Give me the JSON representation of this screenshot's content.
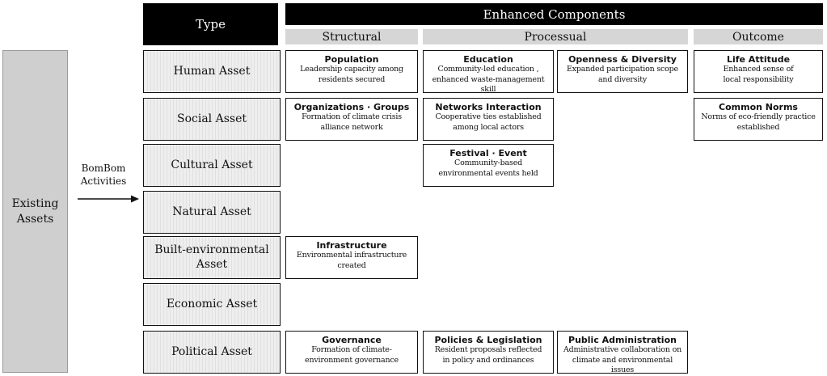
{
  "header": {
    "type_label": "Type",
    "enhanced_label": "Enhanced Components",
    "subheaders": [
      "Structural",
      "Processual",
      "Outcome"
    ]
  },
  "left": {
    "existing_label": "Existing Assets",
    "activities_label": "BomBom Activities"
  },
  "rows": [
    {
      "label": "Human Asset"
    },
    {
      "label": "Social Asset"
    },
    {
      "label": "Cultural Asset"
    },
    {
      "label": "Natural Asset"
    },
    {
      "label": "Built-environmental Asset"
    },
    {
      "label": "Economic Asset"
    },
    {
      "label": "Political Asset"
    }
  ],
  "components": {
    "population": {
      "title": "Population",
      "desc": "Leadership capacity among residents secured"
    },
    "education": {
      "title": "Education",
      "desc": "Community-led education , enhanced waste-management skill"
    },
    "openness": {
      "title": "Openness & Diversity",
      "desc": "Expanded participation scope and diversity"
    },
    "life_attitude": {
      "title": "Life Attitude",
      "desc": "Enhanced sense of local responsibility"
    },
    "organizations": {
      "title": "Organizations · Groups",
      "desc": "Formation of climate crisis alliance network"
    },
    "networks": {
      "title": "Networks Interaction",
      "desc": "Cooperative ties established among local actors"
    },
    "common_norms": {
      "title": "Common Norms",
      "desc": "Norms of eco-friendly practice established"
    },
    "festival": {
      "title": "Festival · Event",
      "desc": "Community-based environmental events held"
    },
    "infrastructure": {
      "title": "Infrastructure",
      "desc": "Environmental infrastructure created"
    },
    "governance": {
      "title": "Governance",
      "desc": "Formation of climate-environment governance"
    },
    "policies": {
      "title": "Policies & Legislation",
      "desc": "Resident proposals reflected in policy and ordinances"
    },
    "public_admin": {
      "title": "Public Administration",
      "desc": "Administrative collaboration on climate and environmental issues"
    }
  }
}
